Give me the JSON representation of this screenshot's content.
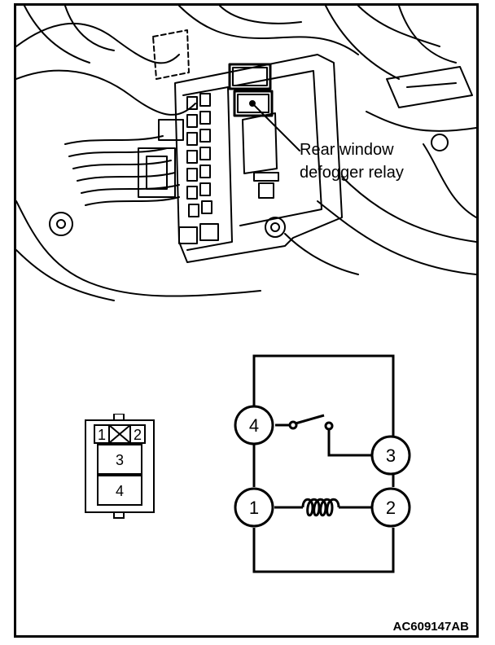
{
  "callout": {
    "line1": "Rear window",
    "line2": "defogger relay"
  },
  "connector": {
    "terminal_top_left": "1",
    "terminal_top_right": "2",
    "terminal_middle": "3",
    "terminal_bottom": "4"
  },
  "circuit": {
    "terminal_switch_common": "4",
    "terminal_switch_contact": "3",
    "terminal_coil_left": "1",
    "terminal_coil_right": "2"
  },
  "figure_code": "AC609147AB",
  "colors": {
    "line": "#000000",
    "background": "#ffffff"
  }
}
